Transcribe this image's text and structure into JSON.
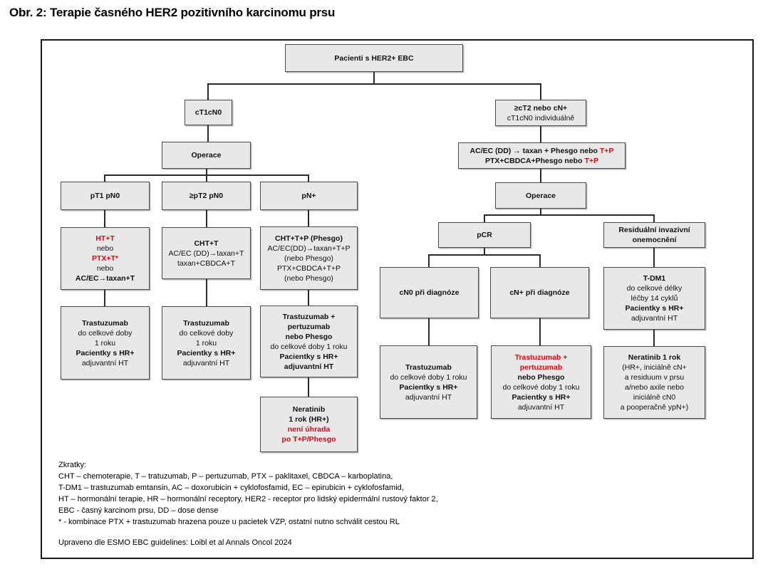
{
  "title": "Obr. 2: Terapie časného HER2 pozitivního karcinomu prsu",
  "colors": {
    "box_fill": "#e8e8e8",
    "box_border": "#4a4a4a",
    "accent_red": "#e30613",
    "line": "#2a2a2a"
  },
  "nodes": {
    "root": [
      "Pacienti s HER2+ EBC"
    ],
    "ct1cn0": [
      "cT1cN0"
    ],
    "operace_left": [
      "Operace"
    ],
    "pt1pn0": [
      "pT1 pN0"
    ],
    "pt2pn0": [
      "≥pT2 pN0"
    ],
    "pnplus": [
      "pN+"
    ],
    "ht_t": [
      "HT+T",
      "nebo",
      "PTX+T*",
      "nebo",
      "AC/EC→taxan+T"
    ],
    "cht_t": [
      "CHT+T",
      "AC/EC (DD)→taxan+T",
      "taxan+CBDCA+T"
    ],
    "cht_t_p": [
      "CHT+T+P (Phesgo)",
      "AC/EC(DD)→taxan+T+P",
      "(nebo Phesgo)",
      "PTX+CBDCA+T+P",
      "(nebo Phesgo)"
    ],
    "tras1": [
      "Trastuzumab",
      "do celkové doby",
      "1 roku",
      "Pacientky s HR+",
      "adjuvantní HT"
    ],
    "tras2": [
      "Trastuzumab",
      "do celkové doby",
      "1 roku",
      "Pacientky s HR+",
      "adjuvantní HT"
    ],
    "tras_pert": [
      "Trastuzumab +",
      "pertuzumab",
      "nebo Phesgo",
      "do celkové doby 1 roku",
      "Pacientky s HR+",
      "adjuvantní HT"
    ],
    "neratinib_left": [
      "Neratinib",
      "1 rok (HR+)",
      "není úhrada",
      "po T+P/Phesgo"
    ],
    "ct2cn": [
      "≥cT2 nebo cN+",
      "cT1cN0 individuálně"
    ],
    "acec": {
      "l1_black": "AC/EC (DD) → taxan + Phesgo nebo ",
      "l1_red": "T+P",
      "l2_black": "PTX+CBDCA+Phesgo nebo ",
      "l2_red": "T+P"
    },
    "operace_right": [
      "Operace"
    ],
    "pcr": [
      "pCR"
    ],
    "resid": [
      "Residuální invazivní",
      "onemocnění"
    ],
    "cn0diag": [
      "cN0 při diagnóze"
    ],
    "cnplusdiag": [
      "cN+ při diagnóze"
    ],
    "tdm1": [
      "T-DM1",
      "do celkové délky",
      "léčby 14 cyklů",
      "Pacientky s HR+",
      "adjuvantní HT"
    ],
    "tras3": [
      "Trastuzumab",
      "do celkové doby 1 roku",
      "Pacientky s HR+",
      "adjuvantní HT"
    ],
    "tras_pert_red": [
      "Trastuzumab +",
      "pertuzumab",
      "nebo Phesgo",
      "do celkové doby 1 roku",
      "Pacientky s HR+",
      "adjuvantní HT"
    ],
    "neratinib_right": [
      "Neratinib 1 rok",
      "(HR+, iniciálně cN+",
      "a residuum v prsu",
      "a/nebo axile nebo",
      "iniciálně cN0",
      "a pooperačně ypN+)"
    ]
  },
  "footnotes": [
    "Zkratky:",
    "CHT – chemoterapie, T – tratuzumab, P – pertuzumab, PTX – paklitaxel, CBDCA – karboplatina,",
    "T-DM1 – trastuzumab emtansin, AC – doxorubicin + cyklofosfamid, EC – epirubicin + cyklofosfamid,",
    "HT – hormonální terapie, HR – hormonální receptory, HER2 - receptor pro lidský epidermální rustový faktor 2,",
    "EBC - časný karcinom prsu, DD – dose dense",
    "* - kombinace PTX + trastuzumab hrazena pouze u pacietek VZP, ostatní nutno schválit cestou RL"
  ],
  "credit": "Upraveno dle ESMO EBC guidelines: Loibl et al Annals Oncol 2024"
}
